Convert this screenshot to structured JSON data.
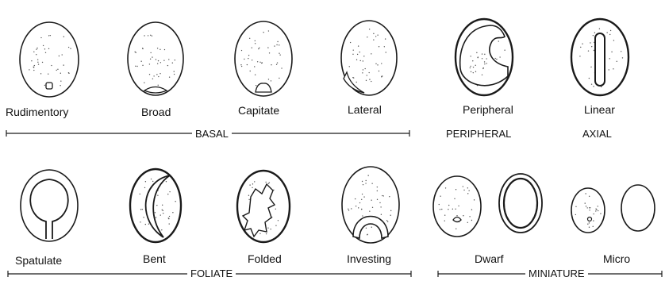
{
  "seeds": [
    {
      "label": "Rudimentory",
      "type": "rudimentory"
    },
    {
      "label": "Broad",
      "type": "broad"
    },
    {
      "label": "Capitate",
      "type": "capitate"
    },
    {
      "label": "Lateral",
      "type": "lateral"
    },
    {
      "label": "Peripheral",
      "type": "peripheral"
    },
    {
      "label": "Linear",
      "type": "linear"
    },
    {
      "label": "Spatulate",
      "type": "spatulate"
    },
    {
      "label": "Bent",
      "type": "bent"
    },
    {
      "label": "Folded",
      "type": "folded"
    },
    {
      "label": "Investing",
      "type": "investing"
    },
    {
      "label": "Dwarf",
      "type": "dwarf"
    },
    {
      "label": "Micro",
      "type": "micro"
    }
  ],
  "groups": {
    "basal": "BASAL",
    "peripheral": "PERIPHERAL",
    "axial": "AXIAL",
    "foliate": "FOLIATE",
    "miniature": "MINIATURE"
  },
  "colors": {
    "ink": "#1a1a1a",
    "stipple": "#555555"
  }
}
